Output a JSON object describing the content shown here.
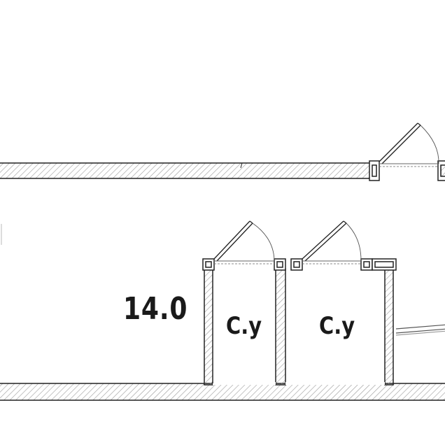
{
  "plan": {
    "area_value": "14.0",
    "rooms": [
      {
        "label": "С.у"
      },
      {
        "label": "С.у"
      }
    ],
    "colors": {
      "wall_stroke": "#222222",
      "hatch": "#9a9a9a",
      "background": "#ffffff"
    }
  }
}
